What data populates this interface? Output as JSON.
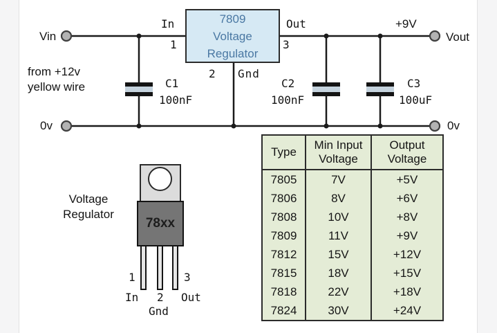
{
  "colors": {
    "page_margin": "#f5f5f6",
    "wire": "#1a1a1a",
    "terminal_fill": "#b3b3b3",
    "regulator_fill": "#d6e9f4",
    "regulator_text": "#4a78a3",
    "capacitor_fill": "#c5d3de",
    "table_bg": "#e4ecd6",
    "package_tab": "#dcdcdc",
    "package_body": "#757575"
  },
  "circuit": {
    "input_terminal": "Vin",
    "output_terminal": "Vout",
    "ground_left": "0v",
    "ground_right": "0v",
    "source_note": {
      "line1": "from +12v",
      "line2": "yellow wire"
    },
    "regulator": {
      "part": "7809",
      "name_line1": "Voltage",
      "name_line2": "Regulator"
    },
    "pin_in": {
      "label": "In",
      "number": "1"
    },
    "pin_out": {
      "label": "Out",
      "number": "3"
    },
    "pin_gnd": {
      "label": "Gnd",
      "number": "2"
    },
    "output_voltage": "+9V",
    "capacitors": {
      "c1": {
        "ref": "C1",
        "value": "100nF"
      },
      "c2": {
        "ref": "C2",
        "value": "100nF"
      },
      "c3": {
        "ref": "C3",
        "value": "100uF"
      }
    }
  },
  "package": {
    "caption": {
      "line1": "Voltage",
      "line2": "Regulator"
    },
    "marking": "78xx",
    "pin1": {
      "number": "1",
      "name": "In"
    },
    "pin2": {
      "number": "2",
      "name": "Gnd"
    },
    "pin3": {
      "number": "3",
      "name": "Out"
    }
  },
  "table": {
    "headers": {
      "col1": "Type",
      "col2_line1": "Min Input",
      "col2_line2": "Voltage",
      "col3_line1": "Output",
      "col3_line2": "Voltage"
    },
    "rows": [
      {
        "type": "7805",
        "min_input": "7V",
        "output": "+5V"
      },
      {
        "type": "7806",
        "min_input": "8V",
        "output": "+6V"
      },
      {
        "type": "7808",
        "min_input": "10V",
        "output": "+8V"
      },
      {
        "type": "7809",
        "min_input": "11V",
        "output": "+9V"
      },
      {
        "type": "7812",
        "min_input": "15V",
        "output": "+12V"
      },
      {
        "type": "7815",
        "min_input": "18V",
        "output": "+15V"
      },
      {
        "type": "7818",
        "min_input": "22V",
        "output": "+18V"
      },
      {
        "type": "7824",
        "min_input": "30V",
        "output": "+24V"
      }
    ]
  }
}
